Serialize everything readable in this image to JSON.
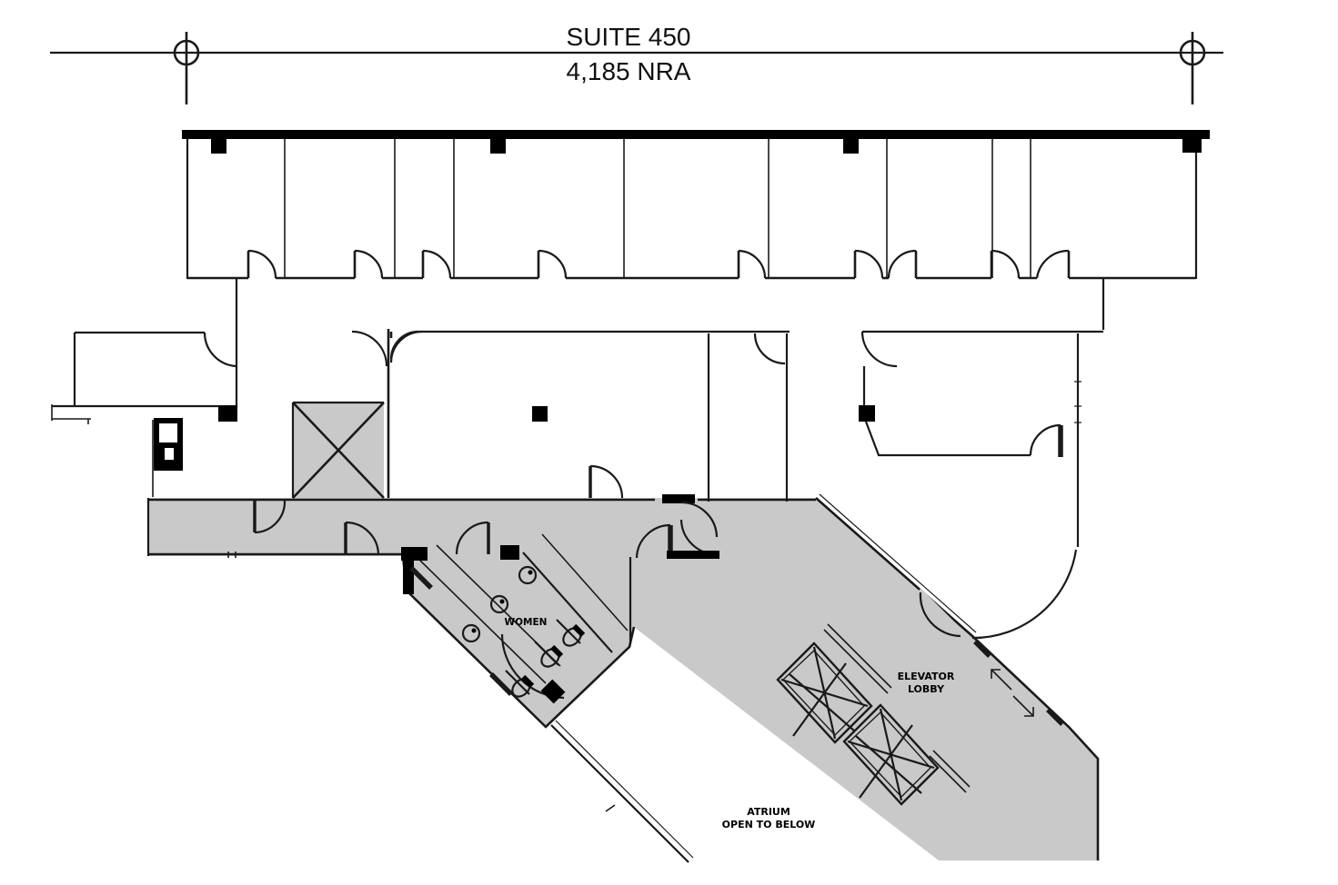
{
  "title": {
    "suite": "SUITE 450",
    "area": "4,185 NRA"
  },
  "labels": {
    "women": "WOMEN",
    "elevator_lobby": {
      "line1": "ELEVATOR",
      "line2": "LOBBY"
    },
    "atrium": {
      "line1": "ATRIUM",
      "line2": "OPEN TO BELOW"
    }
  },
  "colors": {
    "shaded_area": "#c9c9c9",
    "walls": "#1a1a1a",
    "background": "#ffffff"
  }
}
